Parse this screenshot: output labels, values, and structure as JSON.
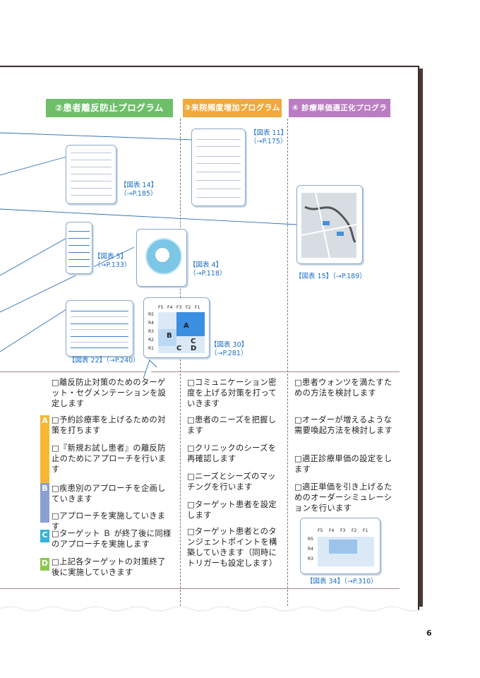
{
  "headers": {
    "col2": "②患者離反防止プログラム",
    "col3": "③来院頻度増加プログラム",
    "col4": "④ 診療単価適正化プログラム"
  },
  "figure_refs": {
    "fig11": {
      "label": "【図表 11】",
      "page": "（→P.175）"
    },
    "fig14": {
      "label": "【図表 14】",
      "page": "（→P.185）"
    },
    "fig5": {
      "label": "【図表 5】",
      "page": "（→P.133）"
    },
    "fig4": {
      "label": "【図表 4】",
      "page": "（→P.118）"
    },
    "fig15": {
      "label": "【図表 15】（→P.189）"
    },
    "fig22": {
      "label": "【図表 22】（→P.240）"
    },
    "fig30": {
      "label": "【図表 30】",
      "page": "（→P.281）"
    },
    "fig34": {
      "label": "【図表 34】（→P.310）"
    }
  },
  "fig30_grid": {
    "cols": [
      "F5",
      "F4",
      "F3",
      "F2",
      "F1"
    ],
    "rows": [
      "R5",
      "R4",
      "R3",
      "R2",
      "R1"
    ],
    "letters": [
      "A",
      "B",
      "C",
      "C",
      "D"
    ]
  },
  "fig34_grid": {
    "cols": [
      "F5",
      "F4",
      "F3",
      "F2",
      "F1"
    ],
    "rows": [
      "R5",
      "R4",
      "R3"
    ]
  },
  "col2_items": [
    "□離反防止対策のためのターゲット・セグメンテーションを設定します",
    "□予約診療率を上げるための対策を打ちます",
    "□『新規お試し患者』の離反防止のためにアプローチを行います",
    "□疾患別のアプローチを企画していきます",
    "□アプローチを実施していきます",
    "□ターゲット Ｂ が終了後に同様のアプローチを実施します",
    "□上記各ターゲットの対策終了後に実施していきます"
  ],
  "col3_items": [
    "□コミュニケーション密度を上げる対策を打っていきます",
    "□患者のニーズを把握します",
    "□クリニックのシーズを再確認します",
    "□ニーズとシーズのマッチングを行います",
    "□ターゲット患者を設定します",
    "□ターゲット患者とのタンジェントポイントを構築していきます（同時にトリガーも設定します）"
  ],
  "col4_items": [
    "□患者ウォンツを満たすための方法を検討します",
    "□オーダーが増えるような需要喚起方法を検討します",
    "□適正診療単価の設定をします",
    "□適正単価を引き上げるためのオーダーシミュレーションを行います"
  ],
  "markers": {
    "A": {
      "letter": "A",
      "color": "#f7b733"
    },
    "B": {
      "letter": "B",
      "color": "#8aa0d0"
    },
    "C": {
      "letter": "C",
      "color": "#36b3d9"
    },
    "D": {
      "letter": "D",
      "color": "#8cc850"
    }
  },
  "page_number": "6"
}
